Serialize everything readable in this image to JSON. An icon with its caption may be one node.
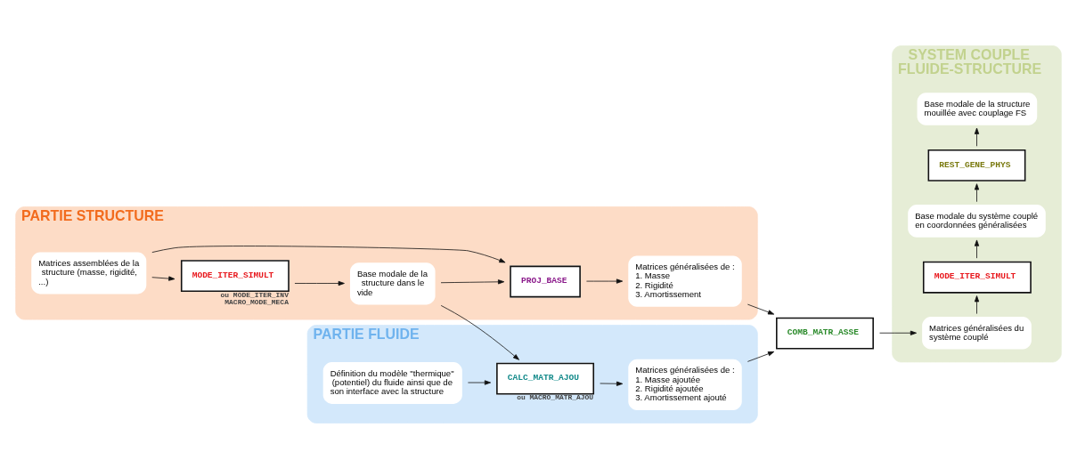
{
  "diagram": {
    "nodes": [
      {
        "text": [
          "PARTIE STRUCTURE"
        ]
      },
      {
        "text": [
          "Matrices assemblées de la structure (masse, rigidité, ...)"
        ],
        "in": 0
      },
      {
        "text": [
          "PROJ_BASE"
        ],
        "in": 0
      },
      {
        "text": [
          "Matrices généralisées de :",
          "1. Masse",
          "2. Rigidité",
          "3. Amortissement"
        ],
        "in": 0
      },
      {
        "text": [
          "MODE_ITER_SIMULT"
        ],
        "in": 0,
        "beside": [
          "ou MODE_ITER_INV",
          "MACRO_MODE_MECA"
        ]
      },
      {
        "text": [
          "Base modale de la structure dans le vide"
        ],
        "in": 0
      },
      {
        "text": [
          "PARTIE FLUIDE"
        ]
      },
      {
        "text": [
          "Définition du modèle \"thermique\" (potentiel) du fluide ainsi que de son interface avec la structure"
        ],
        "in": 6
      },
      {
        "text": [
          "CALC_MATR_AJOU"
        ],
        "in": 6,
        "beside": [
          "ou MACRO_MATR_AJOU"
        ]
      },
      {
        "text": [
          "Matrices généralisées de :",
          "1. Masse ajoutée",
          "2. Rigidité ajoutée",
          "3. Amortissement ajouté"
        ],
        "in": 6
      },
      {
        "text": [
          "COMB_MATR_ASSE"
        ]
      },
      {
        "text": [
          "SYSTEM COUPLE",
          "FLUIDE-STRUCTURE"
        ]
      },
      {
        "text": [
          "Matrices généralisées du système couplé"
        ],
        "in": 11
      },
      {
        "text": [
          "MODE_ITER_SIMULT"
        ],
        "in": 11
      },
      {
        "text": [
          "Base modale du système couplé en coordonnées généralisées"
        ],
        "in": 11
      },
      {
        "text": [
          "REST_GENE_PHYS"
        ],
        "in": 11
      },
      {
        "text": [
          "Base modale de la structure mouillée avec couplage FS"
        ],
        "in": 11
      }
    ],
    "edges": [
      {
        "from": 1,
        "to": 2,
        "arrow": "to"
      },
      {
        "from": 1,
        "to": 4,
        "arrow": "to"
      },
      {
        "from": 4,
        "to": 5,
        "arrow": "to"
      },
      {
        "from": 5,
        "to": 2,
        "arrow": "to"
      },
      {
        "from": 2,
        "to": 3,
        "arrow": "to"
      },
      {
        "from": 3,
        "to": 10,
        "arrow": "to"
      },
      {
        "from": 5,
        "to": 8,
        "arrow": "to"
      },
      {
        "from": 7,
        "to": 8,
        "arrow": "to"
      },
      {
        "from": 8,
        "to": 9,
        "arrow": "to"
      },
      {
        "from": 9,
        "to": 10,
        "arrow": "to"
      },
      {
        "from": 10,
        "to": 12,
        "arrow": "to"
      },
      {
        "from": 12,
        "to": 13,
        "arrow": "to"
      },
      {
        "from": 13,
        "to": 14,
        "arrow": "to"
      },
      {
        "from": 14,
        "to": 15,
        "arrow": "to"
      },
      {
        "from": 15,
        "to": 16,
        "arrow": "to"
      }
    ]
  }
}
